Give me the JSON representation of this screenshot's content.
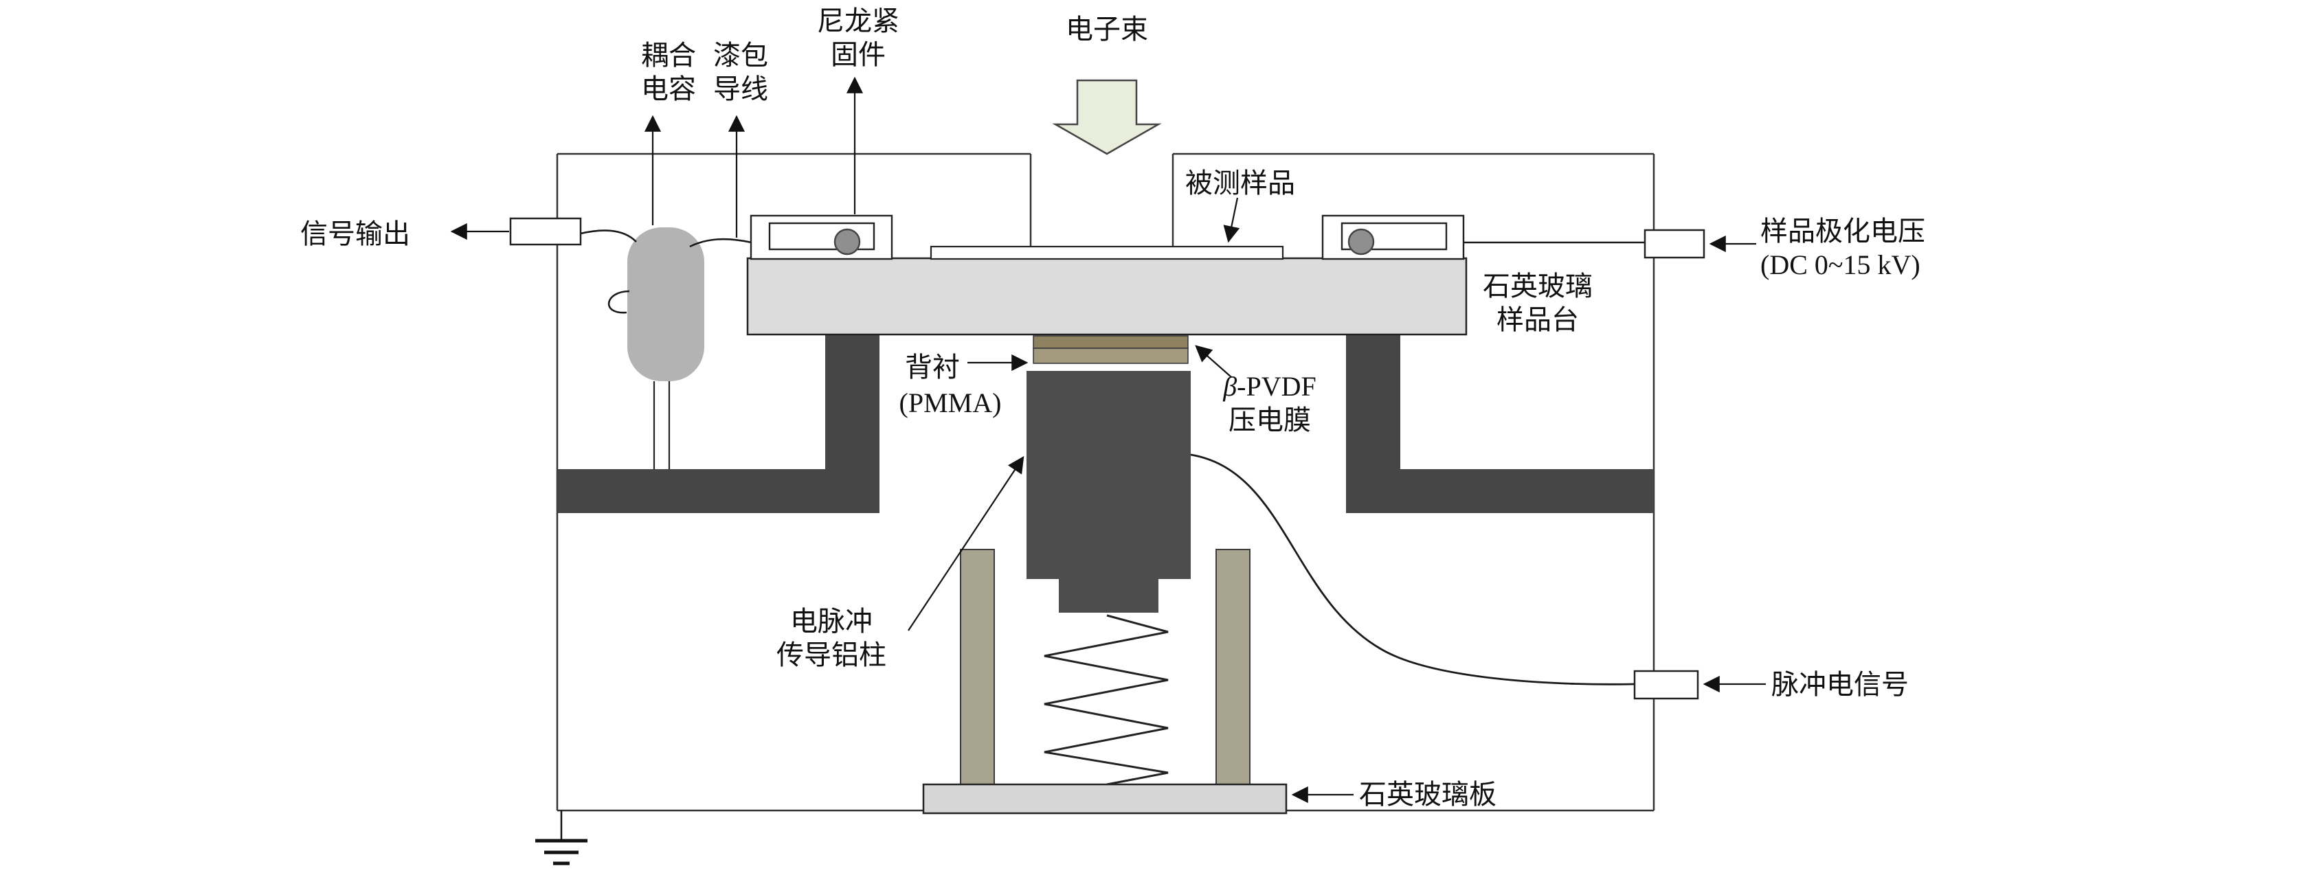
{
  "labels": {
    "electron_beam": "电子束",
    "coupling_capacitor": {
      "l1": "耦合",
      "l2": "电容"
    },
    "enameled_wire": {
      "l1": "漆包",
      "l2": "导线"
    },
    "nylon_fastener": {
      "l1": "尼龙紧",
      "l2": "固件"
    },
    "sample": "被测样品",
    "signal_output": "信号输出",
    "quartz_stage": {
      "l1": "石英玻璃",
      "l2": "样品台"
    },
    "polarization": {
      "l1": "样品极化电压",
      "l2": "(DC 0~15 kV)"
    },
    "backing": {
      "l1": "背衬",
      "l2": "(PMMA)"
    },
    "pvdf": {
      "beta": "β",
      "rest": "-PVDF",
      "l2": "压电膜"
    },
    "aluminum_column": {
      "l1": "电脉冲",
      "l2": "传导铝柱"
    },
    "pulse_signal": "脉冲电信号",
    "quartz_plate": "石英玻璃板"
  },
  "colors": {
    "bracket_dark": "#464646",
    "column_dark": "#4d4d4d",
    "stage_gray": "#dcdcdc",
    "plate_gray": "#d6d6d6",
    "holder_tan": "#a8a48f",
    "pvdf_layer": "#8f8261",
    "pmma_layer": "#a39a7e",
    "capacitor_gray": "#b3b3b3",
    "beam_fill": "#e9eddb",
    "screw_gray": "#8f8f8f",
    "line_black": "#1a1a1a"
  }
}
